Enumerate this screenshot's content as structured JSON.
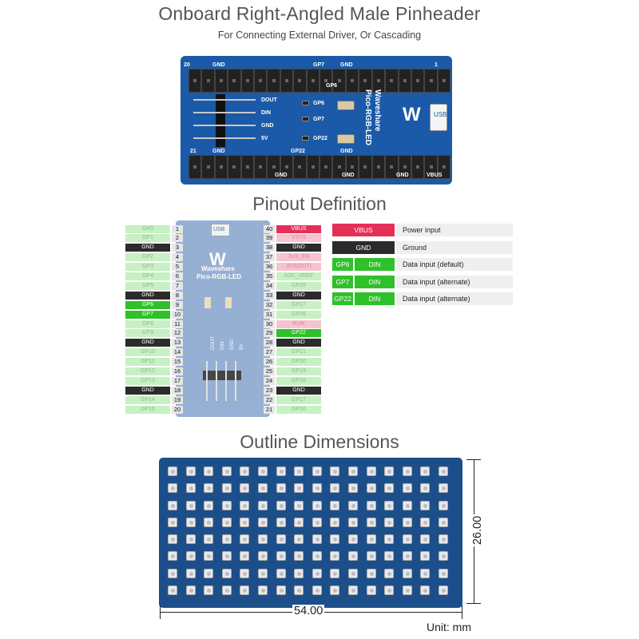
{
  "titles": {
    "header": "Onboard Right-Angled Male Pinheader",
    "subheader": "For Connecting External Driver, Or Cascading",
    "pinout": "Pinout Definition",
    "outline": "Outline Dimensions"
  },
  "board": {
    "top_labels": [
      "20",
      "GND",
      "GP7",
      "GND",
      "1"
    ],
    "top_labels_inner": [
      "GP6"
    ],
    "bottom_labels": [
      "21",
      "GND",
      "GP22",
      "GND"
    ],
    "bottom_labels_inner": [
      "GND",
      "GND",
      "GND",
      "VBUS"
    ],
    "header_pins": [
      "DOUT",
      "DIN",
      "GND",
      "5V"
    ],
    "resistor_labels": [
      "GP6",
      "GP7",
      "GP22"
    ],
    "brand": "Waveshare",
    "model": "Pico-RGB-LED",
    "usb": "USB",
    "logo_text": "W"
  },
  "pico_board": {
    "usb": "USB",
    "brand": "Waveshare",
    "model": "Pico-RGB-LED",
    "header_pins": [
      "DOUT",
      "DIN",
      "GND",
      "5V"
    ]
  },
  "pinout": {
    "left": [
      {
        "name": "GP0",
        "num": "1",
        "style": "lg"
      },
      {
        "name": "GP1",
        "num": "2",
        "style": "lg"
      },
      {
        "name": "GND",
        "num": "3",
        "style": "gnd"
      },
      {
        "name": "GP2",
        "num": "4",
        "style": "lg"
      },
      {
        "name": "GP3",
        "num": "5",
        "style": "lg"
      },
      {
        "name": "GP4",
        "num": "6",
        "style": "lg"
      },
      {
        "name": "GP5",
        "num": "7",
        "style": "lg"
      },
      {
        "name": "GND",
        "num": "8",
        "style": "gnd"
      },
      {
        "name": "GP6",
        "num": "9",
        "style": "g"
      },
      {
        "name": "GP7",
        "num": "10",
        "style": "g"
      },
      {
        "name": "GP8",
        "num": "11",
        "style": "lg"
      },
      {
        "name": "GP9",
        "num": "12",
        "style": "lg"
      },
      {
        "name": "GND",
        "num": "13",
        "style": "gnd"
      },
      {
        "name": "GP10",
        "num": "14",
        "style": "lg"
      },
      {
        "name": "GP11",
        "num": "15",
        "style": "lg"
      },
      {
        "name": "GP12",
        "num": "16",
        "style": "lg"
      },
      {
        "name": "GP13",
        "num": "17",
        "style": "lg"
      },
      {
        "name": "GND",
        "num": "18",
        "style": "gnd"
      },
      {
        "name": "GP14",
        "num": "19",
        "style": "lg"
      },
      {
        "name": "GP15",
        "num": "20",
        "style": "lg"
      }
    ],
    "right": [
      {
        "name": "VBUS",
        "num": "40",
        "style": "red"
      },
      {
        "name": "VSYS",
        "num": "39",
        "style": "pink"
      },
      {
        "name": "GND",
        "num": "38",
        "style": "gnd"
      },
      {
        "name": "3V3_EN",
        "num": "37",
        "style": "pink"
      },
      {
        "name": "3V3(OUT)",
        "num": "36",
        "style": "pink"
      },
      {
        "name": "ADC_VREF",
        "num": "35",
        "style": "lg"
      },
      {
        "name": "GP28",
        "num": "34",
        "style": "lg"
      },
      {
        "name": "GND",
        "num": "33",
        "style": "gnd"
      },
      {
        "name": "GP27",
        "num": "32",
        "style": "lg"
      },
      {
        "name": "GP26",
        "num": "31",
        "style": "lg"
      },
      {
        "name": "RUN",
        "num": "30",
        "style": "pink"
      },
      {
        "name": "GP22",
        "num": "29",
        "style": "g"
      },
      {
        "name": "GND",
        "num": "28",
        "style": "gnd"
      },
      {
        "name": "GP21",
        "num": "27",
        "style": "lg"
      },
      {
        "name": "GP20",
        "num": "26",
        "style": "lg"
      },
      {
        "name": "GP19",
        "num": "25",
        "style": "lg"
      },
      {
        "name": "GP18",
        "num": "24",
        "style": "lg"
      },
      {
        "name": "GND",
        "num": "23",
        "style": "gnd"
      },
      {
        "name": "GP17",
        "num": "22",
        "style": "lg"
      },
      {
        "name": "GP16",
        "num": "21",
        "style": "lg"
      }
    ]
  },
  "definitions": [
    {
      "pin": "VBUS",
      "func": "",
      "desc": "Power input",
      "style": "red"
    },
    {
      "pin": "GND",
      "func": "",
      "desc": "Ground",
      "style": "gnd"
    },
    {
      "pin": "GP6",
      "func": "DIN",
      "desc": "Data input (default)",
      "style": "g"
    },
    {
      "pin": "GP7",
      "func": "DIN",
      "desc": "Data input (alternate)",
      "style": "g"
    },
    {
      "pin": "GP22",
      "func": "DIN",
      "desc": "Data input (alternate)",
      "style": "g"
    }
  ],
  "led_matrix": {
    "columns": 16,
    "rows": 8
  },
  "dimensions": {
    "height": "26.00",
    "width": "54.00",
    "unit": "Unit: mm"
  },
  "colors": {
    "board_blue": "#1a5aa8",
    "power_red": "#e43057",
    "gpio_green": "#2fc02a",
    "ground_black": "#2b2b2b"
  }
}
